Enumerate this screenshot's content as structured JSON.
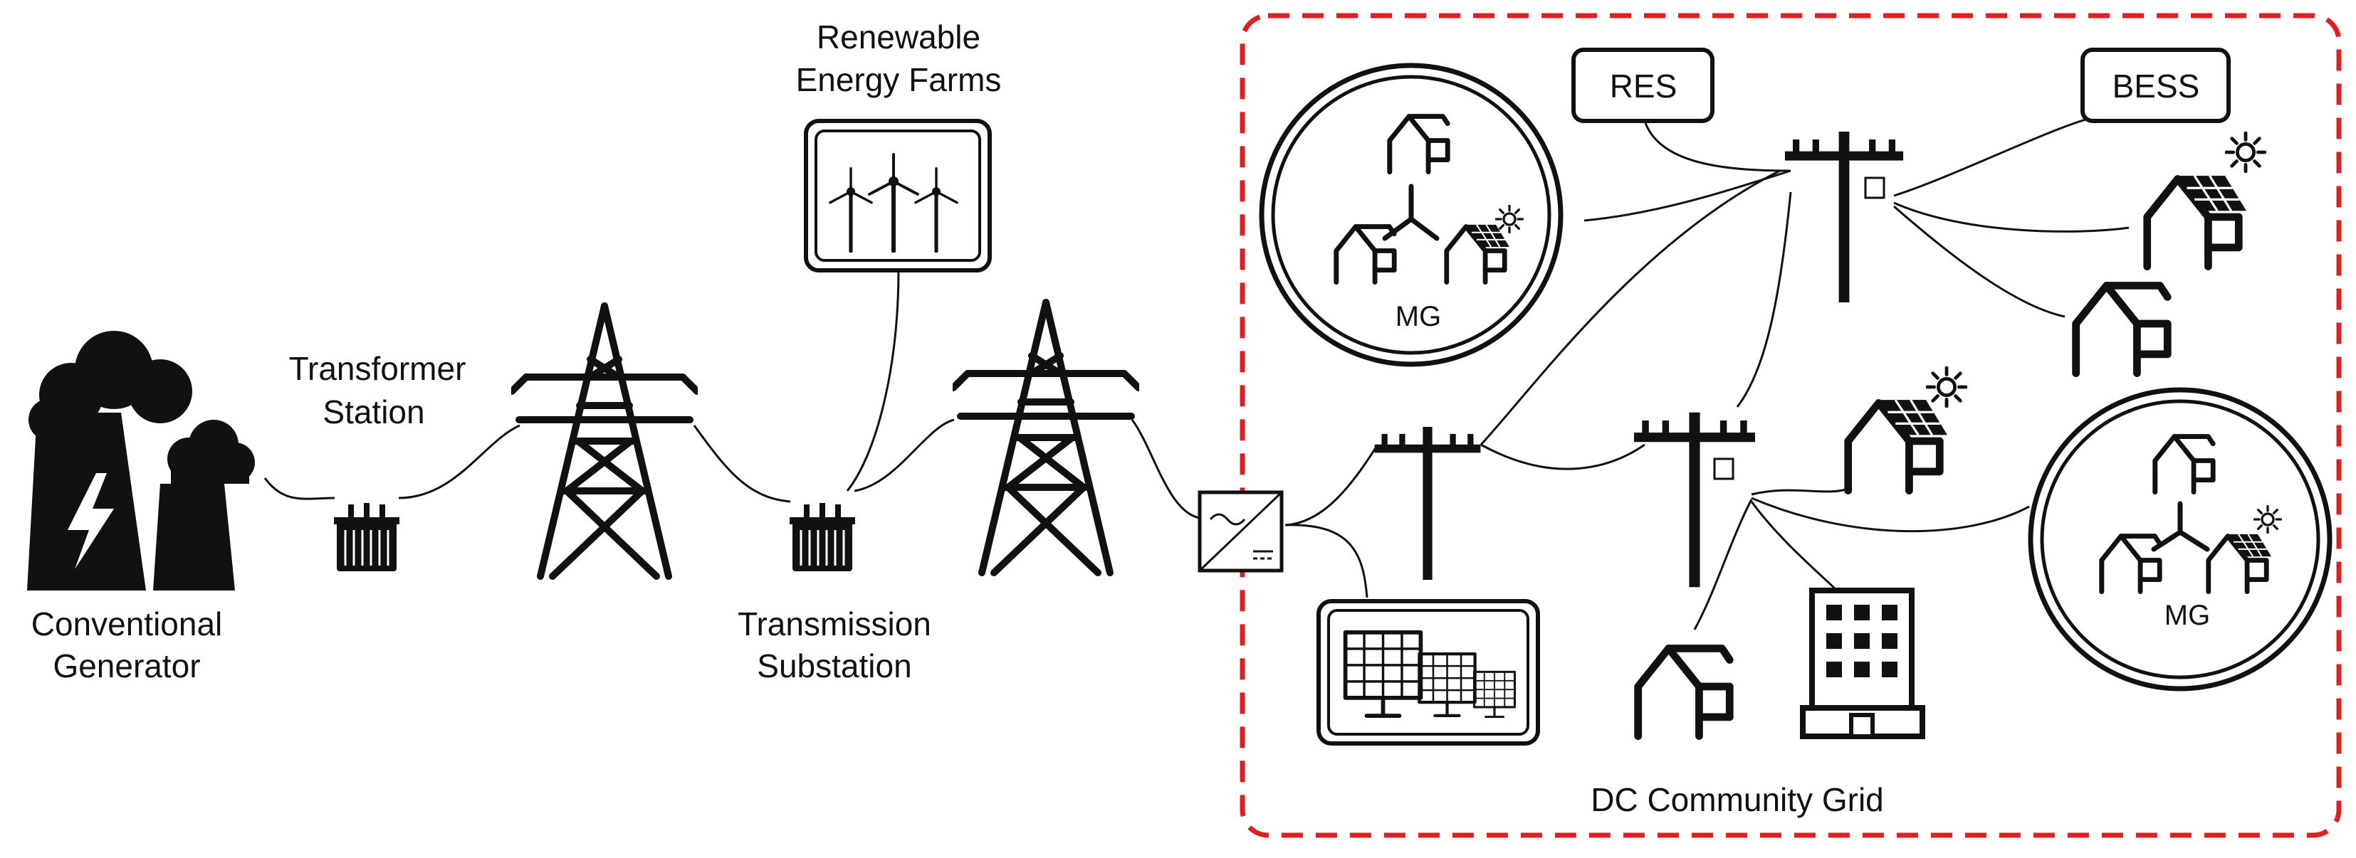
{
  "labels": {
    "conventional_1": "Conventional",
    "conventional_2": "Generator",
    "transformer_1": "Transformer",
    "transformer_2": "Station",
    "renewable_1": "Renewable",
    "renewable_2": "Energy Farms",
    "transmission_1": "Transmission",
    "transmission_2": "Substation",
    "res": "RES",
    "bess": "BESS",
    "mg_top": "MG",
    "mg_bottom": "MG",
    "dc_grid": "DC Community Grid"
  },
  "colors": {
    "ink": "#111111",
    "boundary": "#e02020",
    "background": "#ffffff"
  },
  "icons": [
    "power-plant-icon",
    "transformer-icon",
    "transmission-tower-icon",
    "wind-turbine-icon",
    "inverter-icon",
    "utility-pole-icon",
    "solar-panel-icon",
    "house-icon",
    "solar-house-icon",
    "sun-icon",
    "building-icon",
    "microgrid-icon"
  ]
}
